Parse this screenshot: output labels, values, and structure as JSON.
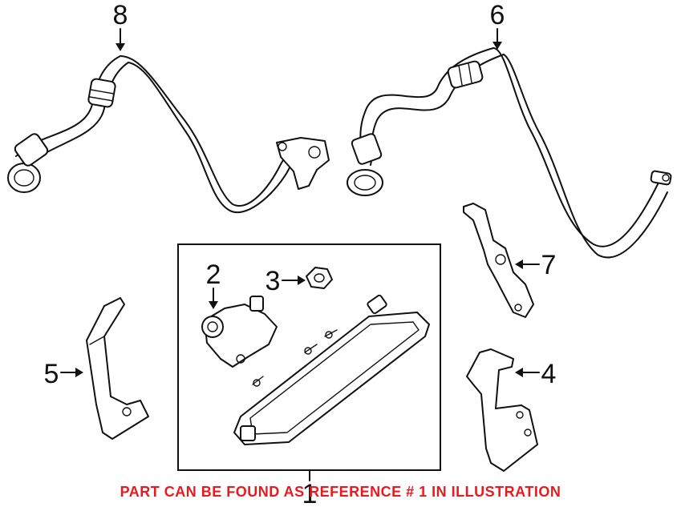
{
  "callouts": {
    "c1": "1",
    "c2": "2",
    "c3": "3",
    "c4": "4",
    "c5": "5",
    "c6": "6",
    "c7": "7",
    "c8": "8"
  },
  "notice": {
    "text": "PART CAN BE FOUND AS REFERENCE # 1 IN ILLUSTRATION",
    "color": "#e8191f"
  }
}
